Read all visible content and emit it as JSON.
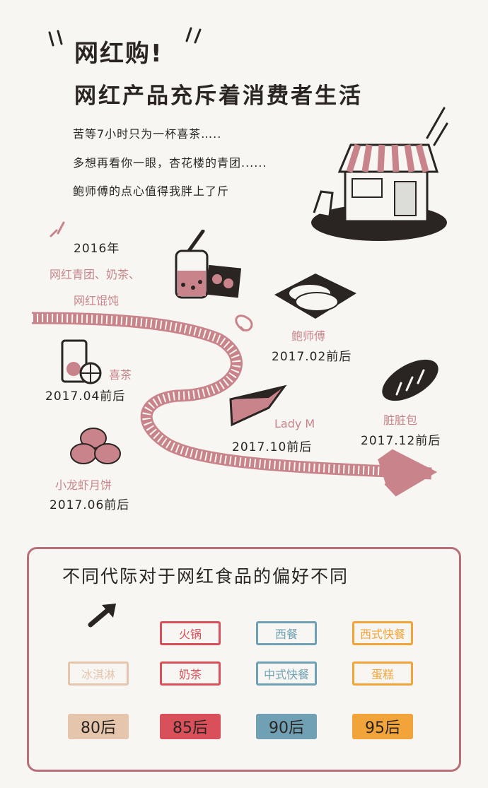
{
  "header": {
    "title": "网红购!",
    "subtitle": "网红产品充斥着消费者生活",
    "lines": [
      "苦等7小时只为一杯喜茶…..",
      "多想再看你一眼，杏花楼的青团......",
      "鲍师傅的点心值得我胖上了斤"
    ]
  },
  "timeline": {
    "y2016_year": "2016年",
    "y2016_items1": "网红青团、奶茶、",
    "y2016_items2": "网红馄饨",
    "bao_name": "鲍师傅",
    "bao_date": "2017.02前后",
    "xicha_name": "喜茶",
    "xicha_date": "2017.04前后",
    "lobster_name": "小龙虾月饼",
    "lobster_date": "2017.06前后",
    "ladym_name": "Lady M",
    "ladym_date": "2017.10前后",
    "dirty_name": "脏脏包",
    "dirty_date": "2017.12前后"
  },
  "panel": {
    "title": "不同代际对于网红食品的偏好不同",
    "gen80": {
      "label": "80后",
      "items": [
        "冰淇淋"
      ]
    },
    "gen85": {
      "label": "85后",
      "items": [
        "火锅",
        "奶茶"
      ]
    },
    "gen90": {
      "label": "90后",
      "items": [
        "西餐",
        "中式快餐"
      ]
    },
    "gen95": {
      "label": "95后",
      "items": [
        "西式快餐",
        "蛋糕"
      ]
    }
  },
  "colors": {
    "road": "#c9848b",
    "gen80": "#e5c5ac",
    "gen85": "#d9505a",
    "gen90": "#6fa0b3",
    "gen95": "#f2a43a",
    "panel_border": "#b7707a"
  }
}
